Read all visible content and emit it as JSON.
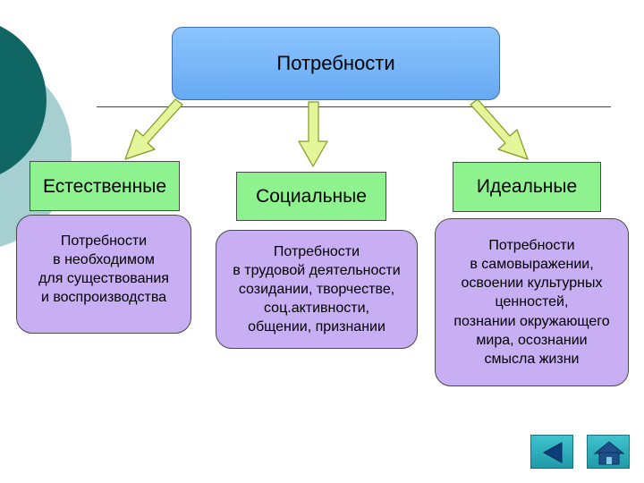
{
  "root": {
    "label": "Потребности"
  },
  "categories": [
    {
      "label": "Естественные"
    },
    {
      "label": "Социальные"
    },
    {
      "label": "Идеальные"
    }
  ],
  "descriptions": [
    {
      "lines": [
        "Потребности",
        "в необходимом",
        "для существования",
        "и воспроизводства"
      ]
    },
    {
      "lines": [
        "Потребности",
        "в трудовой деятельности",
        "созидании, творчестве,",
        "соц.активности,",
        "общении, признании"
      ]
    },
    {
      "lines": [
        "Потребности",
        "в самовыражении,",
        "освоении культурных",
        "ценностей,",
        "познании окружающего",
        "мира, осознании",
        "смысла жизни"
      ]
    }
  ],
  "nav": {
    "back_icon": "triangle-left-icon",
    "home_icon": "house-icon"
  },
  "colors": {
    "root_fill": "#7fbcff",
    "category_fill": "#8ef28e",
    "description_fill": "#c8aef2",
    "arrow_fill": "#e4f59a",
    "nav_fill": "#2ab0bd"
  }
}
